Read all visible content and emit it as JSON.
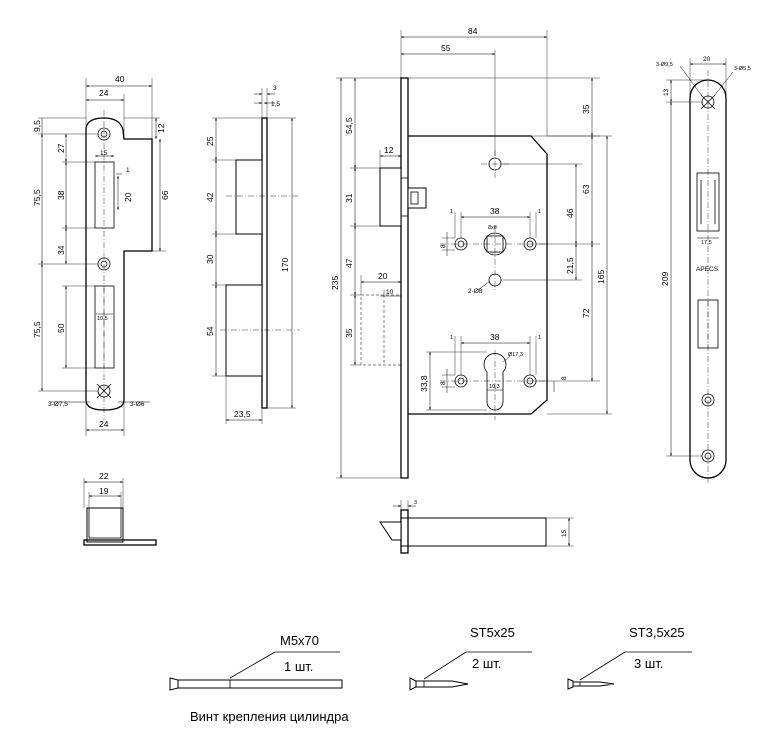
{
  "strike_plate": {
    "dims": {
      "width_40": "40",
      "width_24_top": "24",
      "d9_5": "9,5",
      "d12": "12",
      "d27": "27",
      "d15": "15",
      "d1": "1",
      "d20": "20",
      "d38": "38",
      "d66": "66",
      "d75_5_top": "75,5",
      "d34": "34",
      "d75_5_bottom": "75,5",
      "d50": "50",
      "d10_5": "10,5",
      "holes_left": "3-Ø7,5",
      "holes_right": "3-Ø6",
      "width_24_bottom": "24"
    }
  },
  "side_view": {
    "dims": {
      "d3": "3",
      "d1_5": "1,5",
      "d25": "25",
      "d42": "42",
      "d30": "30",
      "d54": "54",
      "d170": "170",
      "d23_5": "23,5"
    }
  },
  "lock_body": {
    "dims": {
      "d84": "84",
      "d55": "55",
      "d35_top": "35",
      "d54_5": "54,5",
      "d12": "12",
      "d31": "31",
      "d63": "63",
      "d1a": "1",
      "d38a": "38",
      "d1b": "1",
      "d46": "46",
      "square": "8x8",
      "d8a": "8",
      "d47": "47",
      "d21_5": "21,5",
      "d235": "235",
      "d165": "165",
      "d20": "20",
      "d10": "10",
      "holes_2": "2-Ø8",
      "d72": "72",
      "d35_left": "35",
      "d1c": "1",
      "d38b": "38",
      "d1d": "1",
      "cyl": "Ø17,3",
      "d33_8": "33,8",
      "d8b": "8",
      "d8c": "8",
      "d10_3": "10,3"
    }
  },
  "faceplate": {
    "dims": {
      "holes_left": "3-Ø9,5",
      "width": "20",
      "holes_right": "3-Ø5,5",
      "d13": "13",
      "d209": "209",
      "d17_5": "17,5"
    },
    "brand": "APECS"
  },
  "top_view": {
    "dims": {
      "d3": "3",
      "d15": "15"
    }
  },
  "keeper_box": {
    "dims": {
      "d22": "22",
      "d19": "19"
    }
  },
  "screws": [
    {
      "name": "M5x70",
      "qty": "1 шт."
    },
    {
      "name": "ST5x25",
      "qty": "2 шт."
    },
    {
      "name": "ST3,5x25",
      "qty": "3 шт."
    }
  ],
  "cylinder_screw_caption": "Винт крепления цилиндра"
}
